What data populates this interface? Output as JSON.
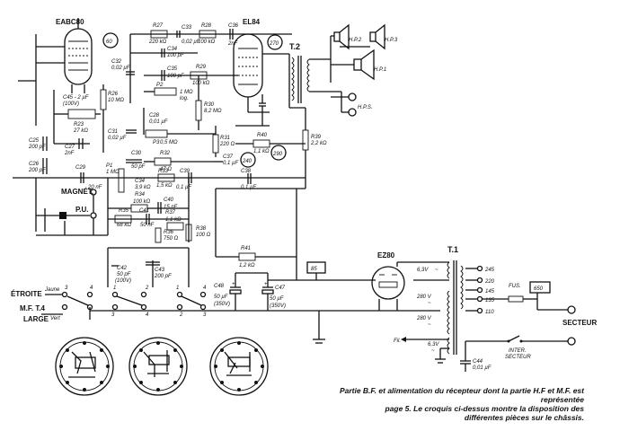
{
  "tubes": {
    "eabc80": "EABC80",
    "el84": "EL84",
    "ez80": "EZ80"
  },
  "badges": {
    "b60": "60",
    "b270": "270",
    "b240": "240",
    "b290": "290",
    "b85": "85",
    "b650": "650"
  },
  "transformers": {
    "t2": "T.2",
    "t1": "T.1"
  },
  "speakers": {
    "hp1": "H.P.1",
    "hp2": "H.P.2",
    "hp3": "H.P.3",
    "hps": "H.P.S."
  },
  "components": {
    "c45": "C45 - 2 µF",
    "c45v": "(100V)",
    "r23": "R23",
    "r23v": "27 kΩ",
    "r26": "R26",
    "r26v": "10 MΩ",
    "c25": "C25",
    "c25v": "200 pF",
    "c27": "C27",
    "c27v": "2nF",
    "c26": "C26",
    "c26v": "200 pF",
    "r27": "R27",
    "r27v": "220 kΩ",
    "r28": "R28",
    "r28v": "100 kΩ",
    "c33": "C33",
    "c33v": "0,02 µF",
    "c34": "C34",
    "c34v": "100 pF",
    "c36": "C36",
    "c36v": "2nF",
    "c32": "C32",
    "c32v": "0,02 µF",
    "c35": "C35",
    "c35v": "100 pF",
    "r29": "R29",
    "r29v": "100 kΩ",
    "p2": "P2",
    "p2v": "1 MΩ",
    "p2t": "log.",
    "c28": "C28",
    "c28v": "0,01 µF",
    "r30": "R30",
    "r30v": "8,2 MΩ",
    "c31": "C31",
    "c31v": "0,02 µF",
    "p3": "P3",
    "p3v": "0,5 MΩ",
    "r31": "R31",
    "r31v": "220 Ω",
    "c37": "C37",
    "c37v": "0,1 µF",
    "r40": "R40",
    "r40v": "1,1 kΩ",
    "r39": "R39",
    "r39v": "2,2 kΩ",
    "c30": "C30",
    "c30v": "50 pF",
    "r32": "R32",
    "r32v": "47 Ω",
    "p1": "P1",
    "p1v": "1 MΩ",
    "c29": "C29",
    "c29v": "20 nF",
    "c38": "C38",
    "c38v": "0,1 µF",
    "r33": "R33",
    "r33v": "1,5 kΩ",
    "c39": "C39",
    "c39v": "0,1 µF",
    "c34b": "C34",
    "c34bv": "3,9 kΩ",
    "r34": "R34",
    "r34v": "100 kΩ",
    "c40": "C40",
    "c40v": "15 nF",
    "r35": "R35",
    "r35v": "68 kΩ",
    "c41": "C41",
    "c41v": "50 nF",
    "r37": "R37",
    "r37v": "1,1 kΩ",
    "r36": "R36",
    "r36v": "750 Ω",
    "r38": "R38",
    "r38v": "100 Ω",
    "c42": "C42",
    "c42v": "50 pF",
    "c42t": "(100V)",
    "c43": "C43",
    "c43v": "200 pF",
    "r41": "R41",
    "r41v": "1,2 kΩ",
    "c48": "C48",
    "c48v": "50 µF",
    "c48t": "(350V)",
    "c47": "C47",
    "c47v": "50 µF",
    "c47t": "(350V)",
    "c44": "C44",
    "c44v": "0,01 µF",
    "fus": "FUS.",
    "fil": "Fil."
  },
  "windings": {
    "w63a": "6,3V",
    "w280a": "280 V",
    "w280b": "280 V",
    "w63b": "6,3V"
  },
  "taps": [
    "245",
    "220",
    "145",
    "135",
    "110"
  ],
  "switch": {
    "magnet": "MAGNÉT.",
    "pu": "P.U.",
    "etroite": "ÉTROITE",
    "jaune": "Jaune",
    "mft4": "M.F. T.4",
    "large": "LARGE",
    "vert": "Vert"
  },
  "mains": {
    "secteur": "SECTEUR",
    "inter": "INTER.",
    "inter2": "SECTEUR"
  },
  "caption": {
    "line1": "Partie B.F. et alimentation du récepteur dont la partie H.F et M.F. est représentée",
    "line2": "page 5. Le croquis ci-dessus montre la disposition des",
    "line3": "différentes pièces sur le châssis."
  },
  "colors": {
    "ink": "#111111",
    "paper": "#ffffff"
  }
}
